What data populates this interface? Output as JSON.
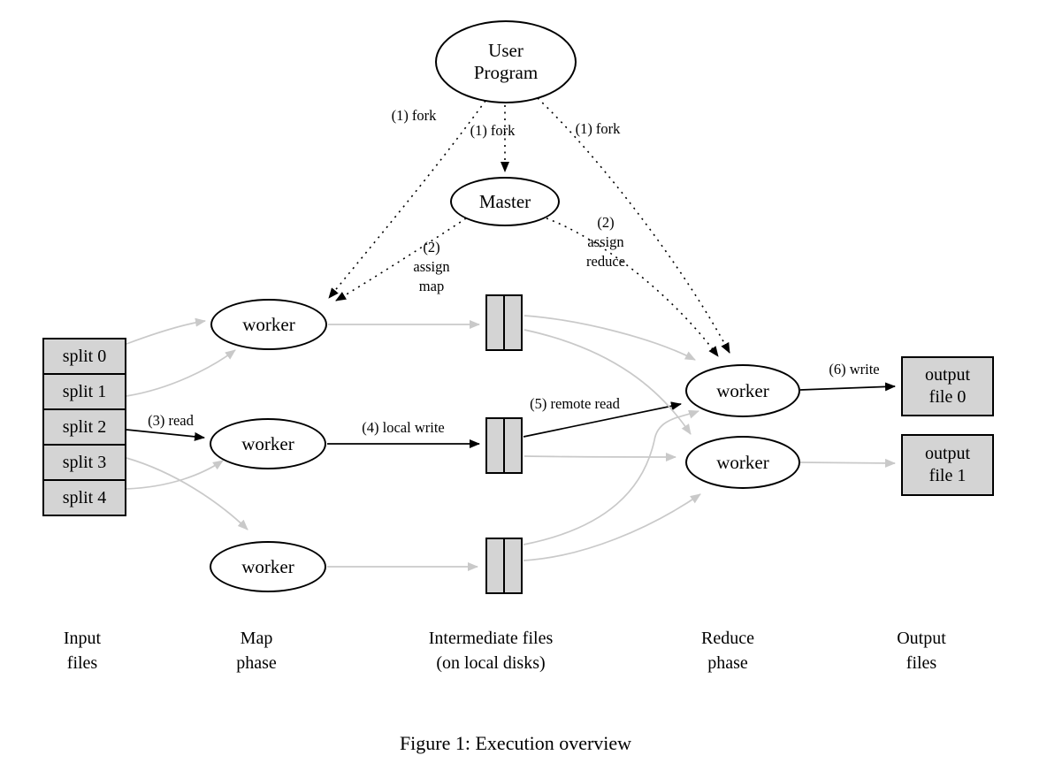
{
  "figure": {
    "caption": "Figure 1: Execution overview"
  },
  "nodes": {
    "user_program": "User\nProgram",
    "master": "Master",
    "map_workers": [
      "worker",
      "worker",
      "worker"
    ],
    "reduce_workers": [
      "worker",
      "worker"
    ],
    "splits": [
      "split 0",
      "split 1",
      "split 2",
      "split 3",
      "split 4"
    ],
    "outputs": [
      "output\nfile 0",
      "output\nfile 1"
    ]
  },
  "edge_labels": {
    "fork_left": "(1) fork",
    "fork_mid": "(1) fork",
    "fork_right": "(1) fork",
    "assign_map": "(2)\nassign\nmap",
    "assign_reduce": "(2)\nassign\nreduce",
    "read": "(3) read",
    "local_write": "(4) local write",
    "remote_read": "(5) remote read",
    "write": "(6) write"
  },
  "column_labels": [
    "Input\nfiles",
    "Map\nphase",
    "Intermediate files\n(on local disks)",
    "Reduce\nphase",
    "Output\nfiles"
  ],
  "colors": {
    "node_fill": "#ffffff",
    "box_fill": "#d4d4d4",
    "line_black": "#000000",
    "line_gray": "#c9c9c9"
  }
}
